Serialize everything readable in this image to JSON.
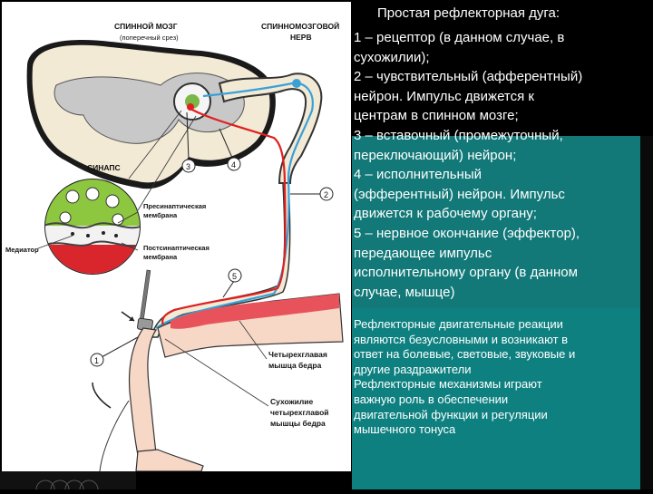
{
  "labels": {
    "spinal_cord": "СПИННОЙ МОЗГ",
    "spinal_cord_sub": "(поперечный срез)",
    "spinal_nerve_1": "СПИННОМОЗГОВОЙ",
    "spinal_nerve_2": "НЕРВ",
    "synapse": "СИНАПС",
    "presyn_1": "Пресинаптическая",
    "presyn_2": "мембрана",
    "postsyn_1": "Постсинаптическая",
    "postsyn_2": "мембрана",
    "mediator": "Медиатор",
    "muscle_1": "Четырехглавая",
    "muscle_2": "мышца бедра",
    "tendon_1": "Сухожилие",
    "tendon_2": "четырехглавой",
    "tendon_3": "мышцы бедра",
    "n1": "1",
    "n2": "2",
    "n3": "3",
    "n4": "4",
    "n5": "5"
  },
  "right": {
    "title": "Простая рефлекторная дуга:",
    "lines": [
      "1 – рецептор (в данном случае, в",
      "сухожилии);",
      "2 – чувствительный (афферентный)",
      "нейрон. Импульс движется к",
      "центрам в спинном мозге;",
      " 3 – вставочный (промежуточный,",
      "переключающий) нейрон;",
      " 4 – исполнительный",
      "(эфферентный) нейрон. Импульс",
      "движется к рабочему органу;",
      "5 – нервное окончание (эффектор),",
      "передающее импульс",
      "исполнительному органу (в данном",
      "случае, мышце)"
    ],
    "note_lines": [
      "Рефлекторные двигательные реакции",
      "являются безусловными и возникают в",
      "ответ на болевые, световые, звуковые и",
      "другие раздражители",
      "Рефлекторные механизмы играют",
      "важную роль в обеспечении",
      "двигательной функции  и регуляции",
      "мышечного тонуса"
    ]
  },
  "colors": {
    "afferent": "#3aa0d8",
    "efferent": "#e02020",
    "teal": "#127878",
    "cord": "#f3ead6",
    "grey_matter": "#c8c8c8"
  }
}
